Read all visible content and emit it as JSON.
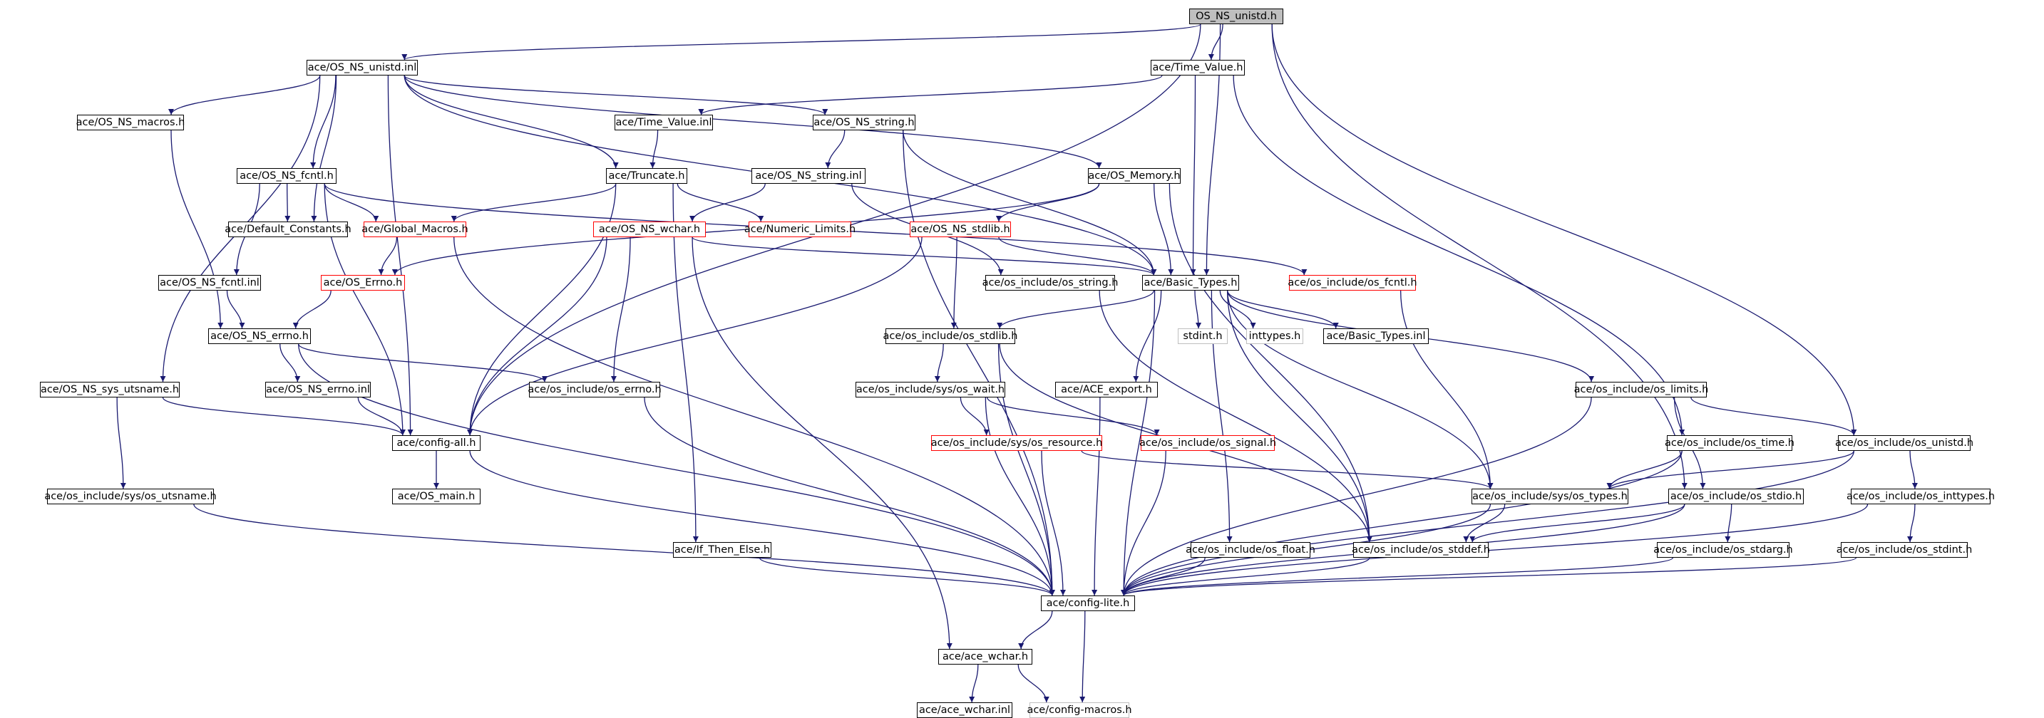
{
  "colors": {
    "edge": "#191970",
    "node_border": "#000000",
    "root_fill": "#bfbfbf",
    "incomplete_border": "#ff0000",
    "external_border": "#bfbfbf"
  },
  "nodes": {
    "root": {
      "label": "OS_NS_unistd.h",
      "style": "root"
    },
    "n_unistd_inl": {
      "label": "ace/OS_NS_unistd.inl",
      "style": "normal"
    },
    "n_time_value_h": {
      "label": "ace/Time_Value.h",
      "style": "normal"
    },
    "n_macros": {
      "label": "ace/OS_NS_macros.h",
      "style": "normal"
    },
    "n_time_value_inl": {
      "label": "ace/Time_Value.inl",
      "style": "normal"
    },
    "n_string_h": {
      "label": "ace/OS_NS_string.h",
      "style": "normal"
    },
    "n_fcntl_h": {
      "label": "ace/OS_NS_fcntl.h",
      "style": "normal"
    },
    "n_truncate": {
      "label": "ace/Truncate.h",
      "style": "normal"
    },
    "n_string_inl": {
      "label": "ace/OS_NS_string.inl",
      "style": "normal"
    },
    "n_memory": {
      "label": "ace/OS_Memory.h",
      "style": "normal"
    },
    "n_default_constants": {
      "label": "ace/Default_Constants.h",
      "style": "normal"
    },
    "n_global_macros": {
      "label": "ace/Global_Macros.h",
      "style": "red"
    },
    "n_wchar": {
      "label": "ace/OS_NS_wchar.h",
      "style": "red"
    },
    "n_numeric_limits": {
      "label": "ace/Numeric_Limits.h",
      "style": "red"
    },
    "n_stdlib_ns": {
      "label": "ace/OS_NS_stdlib.h",
      "style": "red"
    },
    "n_fcntl_inl": {
      "label": "ace/OS_NS_fcntl.inl",
      "style": "normal"
    },
    "n_os_errno": {
      "label": "ace/OS_Errno.h",
      "style": "red"
    },
    "n_os_string": {
      "label": "ace/os_include/os_string.h",
      "style": "normal"
    },
    "n_basic_types": {
      "label": "ace/Basic_Types.h",
      "style": "normal"
    },
    "n_os_fcntl": {
      "label": "ace/os_include/os_fcntl.h",
      "style": "red"
    },
    "n_errno_h": {
      "label": "ace/OS_NS_errno.h",
      "style": "normal"
    },
    "n_os_stdlib": {
      "label": "ace/os_include/os_stdlib.h",
      "style": "normal"
    },
    "n_stdint": {
      "label": "stdint.h",
      "style": "grey"
    },
    "n_inttypes": {
      "label": "inttypes.h",
      "style": "grey"
    },
    "n_basic_types_inl": {
      "label": "ace/Basic_Types.inl",
      "style": "normal"
    },
    "n_utsname_h": {
      "label": "ace/OS_NS_sys_utsname.h",
      "style": "normal"
    },
    "n_errno_inl": {
      "label": "ace/OS_NS_errno.inl",
      "style": "normal"
    },
    "n_os_errno_inc": {
      "label": "ace/os_include/os_errno.h",
      "style": "normal"
    },
    "n_wait": {
      "label": "ace/os_include/sys/os_wait.h",
      "style": "normal"
    },
    "n_ace_export": {
      "label": "ace/ACE_export.h",
      "style": "normal"
    },
    "n_limits": {
      "label": "ace/os_include/os_limits.h",
      "style": "normal"
    },
    "n_config_all": {
      "label": "ace/config-all.h",
      "style": "normal"
    },
    "n_resource": {
      "label": "ace/os_include/sys/os_resource.h",
      "style": "red"
    },
    "n_signal": {
      "label": "ace/os_include/os_signal.h",
      "style": "red"
    },
    "n_os_time": {
      "label": "ace/os_include/os_time.h",
      "style": "normal"
    },
    "n_os_unistd": {
      "label": "ace/os_include/os_unistd.h",
      "style": "normal"
    },
    "n_sys_utsname": {
      "label": "ace/os_include/sys/os_utsname.h",
      "style": "normal"
    },
    "n_os_main": {
      "label": "ace/OS_main.h",
      "style": "normal"
    },
    "n_sys_types": {
      "label": "ace/os_include/sys/os_types.h",
      "style": "normal"
    },
    "n_stdio": {
      "label": "ace/os_include/os_stdio.h",
      "style": "normal"
    },
    "n_os_inttypes": {
      "label": "ace/os_include/os_inttypes.h",
      "style": "normal"
    },
    "n_if_then_else": {
      "label": "ace/If_Then_Else.h",
      "style": "normal"
    },
    "n_float": {
      "label": "ace/os_include/os_float.h",
      "style": "normal"
    },
    "n_stddef": {
      "label": "ace/os_include/os_stddef.h",
      "style": "normal"
    },
    "n_stdarg": {
      "label": "ace/os_include/os_stdarg.h",
      "style": "normal"
    },
    "n_os_stdint": {
      "label": "ace/os_include/os_stdint.h",
      "style": "normal"
    },
    "n_config_lite": {
      "label": "ace/config-lite.h",
      "style": "normal"
    },
    "n_ace_wchar_h": {
      "label": "ace/ace_wchar.h",
      "style": "normal"
    },
    "n_ace_wchar_inl": {
      "label": "ace/ace_wchar.inl",
      "style": "normal"
    },
    "n_config_macros": {
      "label": "ace/config-macros.h",
      "style": "grey"
    }
  },
  "edges": [
    [
      "root",
      "n_unistd_inl"
    ],
    [
      "root",
      "n_time_value_h"
    ],
    [
      "root",
      "n_config_all"
    ],
    [
      "root",
      "n_basic_types"
    ],
    [
      "root",
      "n_stdio"
    ],
    [
      "root",
      "n_os_unistd"
    ],
    [
      "n_unistd_inl",
      "n_macros"
    ],
    [
      "n_unistd_inl",
      "n_string_h"
    ],
    [
      "n_unistd_inl",
      "n_fcntl_h"
    ],
    [
      "n_unistd_inl",
      "n_truncate"
    ],
    [
      "n_unistd_inl",
      "n_memory"
    ],
    [
      "n_unistd_inl",
      "n_default_constants"
    ],
    [
      "n_unistd_inl",
      "n_config_all"
    ],
    [
      "n_unistd_inl",
      "n_utsname_h"
    ],
    [
      "n_unistd_inl",
      "n_basic_types"
    ],
    [
      "n_time_value_h",
      "n_time_value_inl"
    ],
    [
      "n_time_value_h",
      "n_basic_types"
    ],
    [
      "n_time_value_h",
      "n_os_time"
    ],
    [
      "n_time_value_inl",
      "n_truncate"
    ],
    [
      "n_macros",
      "n_errno_h"
    ],
    [
      "n_string_h",
      "n_string_inl"
    ],
    [
      "n_string_h",
      "n_basic_types"
    ],
    [
      "n_string_h",
      "n_config_lite"
    ],
    [
      "n_fcntl_h",
      "n_default_constants"
    ],
    [
      "n_fcntl_h",
      "n_global_macros"
    ],
    [
      "n_fcntl_h",
      "n_fcntl_inl"
    ],
    [
      "n_fcntl_h",
      "n_os_fcntl"
    ],
    [
      "n_fcntl_h",
      "n_config_all"
    ],
    [
      "n_truncate",
      "n_global_macros"
    ],
    [
      "n_truncate",
      "n_numeric_limits"
    ],
    [
      "n_truncate",
      "n_if_then_else"
    ],
    [
      "n_truncate",
      "n_config_all"
    ],
    [
      "n_string_inl",
      "n_wchar"
    ],
    [
      "n_string_inl",
      "n_os_string"
    ],
    [
      "n_memory",
      "n_os_errno"
    ],
    [
      "n_memory",
      "n_stdlib_ns"
    ],
    [
      "n_memory",
      "n_basic_types"
    ],
    [
      "n_memory",
      "n_stddef"
    ],
    [
      "n_global_macros",
      "n_os_errno"
    ],
    [
      "n_global_macros",
      "n_config_lite"
    ],
    [
      "n_wchar",
      "n_basic_types"
    ],
    [
      "n_wchar",
      "n_os_errno_inc"
    ],
    [
      "n_wchar",
      "n_config_all"
    ],
    [
      "n_wchar",
      "n_ace_wchar_h"
    ],
    [
      "n_stdlib_ns",
      "n_basic_types"
    ],
    [
      "n_stdlib_ns",
      "n_os_stdlib"
    ],
    [
      "n_stdlib_ns",
      "n_config_all"
    ],
    [
      "n_fcntl_inl",
      "n_errno_h"
    ],
    [
      "n_os_errno",
      "n_errno_h"
    ],
    [
      "n_os_string",
      "n_stddef"
    ],
    [
      "n_basic_types",
      "n_os_stdlib"
    ],
    [
      "n_basic_types",
      "n_stdint"
    ],
    [
      "n_basic_types",
      "n_inttypes"
    ],
    [
      "n_basic_types",
      "n_basic_types_inl"
    ],
    [
      "n_basic_types",
      "n_limits"
    ],
    [
      "n_basic_types",
      "n_ace_export"
    ],
    [
      "n_basic_types",
      "n_float"
    ],
    [
      "n_basic_types",
      "n_stddef"
    ],
    [
      "n_basic_types",
      "n_sys_types"
    ],
    [
      "n_basic_types",
      "n_config_lite"
    ],
    [
      "n_os_fcntl",
      "n_sys_types"
    ],
    [
      "n_errno_h",
      "n_errno_inl"
    ],
    [
      "n_errno_h",
      "n_os_errno_inc"
    ],
    [
      "n_errno_h",
      "n_config_lite"
    ],
    [
      "n_os_stdlib",
      "n_wait"
    ],
    [
      "n_os_stdlib",
      "n_stddef"
    ],
    [
      "n_os_stdlib",
      "n_config_lite"
    ],
    [
      "n_utsname_h",
      "n_config_all"
    ],
    [
      "n_utsname_h",
      "n_sys_utsname"
    ],
    [
      "n_errno_inl",
      "n_config_all"
    ],
    [
      "n_os_errno_inc",
      "n_config_lite"
    ],
    [
      "n_wait",
      "n_resource"
    ],
    [
      "n_wait",
      "n_signal"
    ],
    [
      "n_wait",
      "n_config_lite"
    ],
    [
      "n_ace_export",
      "n_config_lite"
    ],
    [
      "n_limits",
      "n_os_unistd"
    ],
    [
      "n_limits",
      "n_stdio"
    ],
    [
      "n_limits",
      "n_config_lite"
    ],
    [
      "n_config_all",
      "n_os_main"
    ],
    [
      "n_config_all",
      "n_config_lite"
    ],
    [
      "n_resource",
      "n_sys_types"
    ],
    [
      "n_resource",
      "n_config_lite"
    ],
    [
      "n_signal",
      "n_config_lite"
    ],
    [
      "n_os_time",
      "n_sys_types"
    ],
    [
      "n_os_time",
      "n_config_lite"
    ],
    [
      "n_os_unistd",
      "n_sys_types"
    ],
    [
      "n_os_unistd",
      "n_os_inttypes"
    ],
    [
      "n_os_unistd",
      "n_config_lite"
    ],
    [
      "n_sys_utsname",
      "n_config_lite"
    ],
    [
      "n_sys_types",
      "n_stddef"
    ],
    [
      "n_sys_types",
      "n_config_lite"
    ],
    [
      "n_stdio",
      "n_stdarg"
    ],
    [
      "n_stdio",
      "n_stddef"
    ],
    [
      "n_stdio",
      "n_config_lite"
    ],
    [
      "n_os_inttypes",
      "n_os_stdint"
    ],
    [
      "n_os_inttypes",
      "n_config_lite"
    ],
    [
      "n_if_then_else",
      "n_config_lite"
    ],
    [
      "n_float",
      "n_config_lite"
    ],
    [
      "n_stddef",
      "n_config_lite"
    ],
    [
      "n_stdarg",
      "n_config_lite"
    ],
    [
      "n_os_stdint",
      "n_config_lite"
    ],
    [
      "n_config_lite",
      "n_ace_wchar_h"
    ],
    [
      "n_config_lite",
      "n_config_macros"
    ],
    [
      "n_ace_wchar_h",
      "n_ace_wchar_inl"
    ],
    [
      "n_ace_wchar_h",
      "n_config_macros"
    ]
  ]
}
